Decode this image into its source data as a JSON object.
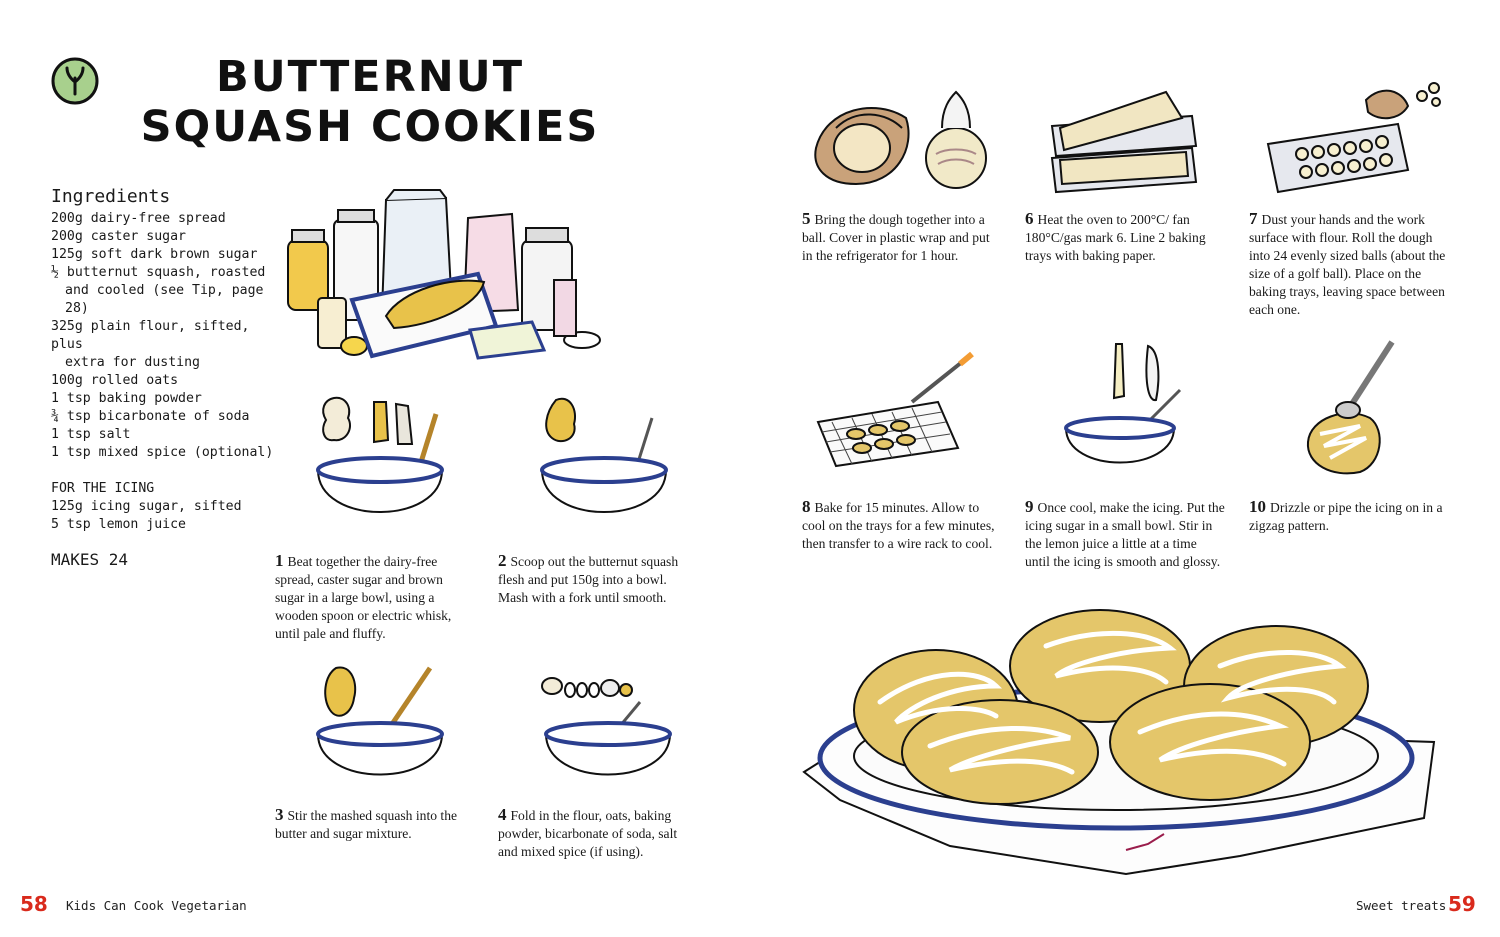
{
  "title": {
    "line1": "BUTTERNUT",
    "line2": "SQUASH COOKIES"
  },
  "ingredients": {
    "heading": "Ingredients",
    "items": [
      "200g dairy-free spread",
      "200g caster sugar",
      "125g soft dark brown sugar",
      "½ butternut squash, roasted",
      "and cooled (see Tip, page 28)",
      "325g plain flour, sifted, plus",
      "extra for dusting",
      "100g rolled oats",
      "1 tsp baking powder",
      "¾ tsp bicarbonate of soda",
      "1 tsp salt",
      "1 tsp mixed spice (optional)"
    ],
    "icing_heading": "FOR THE ICING",
    "icing_items": [
      "125g icing sugar, sifted",
      "5 tsp lemon juice"
    ],
    "makes": "MAKES 24"
  },
  "steps": [
    {
      "num": "1",
      "text": "Beat together the dairy-free spread, caster sugar and brown sugar in a large bowl, using a wooden spoon or electric whisk, until pale and fluffy."
    },
    {
      "num": "2",
      "text": "Scoop out the butternut squash flesh and put 150g into a bowl. Mash with a fork until smooth."
    },
    {
      "num": "3",
      "text": "Stir the mashed squash into the butter and sugar mixture."
    },
    {
      "num": "4",
      "text": "Fold in the flour, oats, baking powder, bicarbonate of soda, salt and mixed spice (if using)."
    },
    {
      "num": "5",
      "text": "Bring the dough together into a ball. Cover in plastic wrap and put in the refrigerator for 1 hour."
    },
    {
      "num": "6",
      "text": "Heat the oven to 200°C/ fan 180°C/gas mark 6. Line 2 baking trays with baking paper."
    },
    {
      "num": "7",
      "text": "Dust your hands and the work surface with flour. Roll the dough into 24 evenly sized balls (about the size of a golf ball). Place on the baking trays, leaving space between each one."
    },
    {
      "num": "8",
      "text": "Bake for 15 minutes. Allow to cool on the trays for a few minutes, then transfer to a wire rack to cool."
    },
    {
      "num": "9",
      "text": "Once cool, make the icing. Put the icing sugar in a small bowl. Stir in the lemon juice a little at a time until the icing is smooth and glossy."
    },
    {
      "num": "10",
      "text": "Drizzle or pipe the icing on in a zigzag pattern."
    }
  ],
  "footer": {
    "left_page_number": "58",
    "left_text": "Kids Can Cook Vegetarian",
    "right_text": "Sweet treats",
    "right_page_number": "59"
  },
  "colors": {
    "accent_red": "#d92a1c",
    "bowl_blue": "#2b3f8f",
    "squash_yellow": "#e8c24a",
    "cookie_gold": "#e4c66a",
    "veg_badge_green": "#a8d08d"
  },
  "icons": {
    "badge": "vegetarian-leaf-icon"
  }
}
